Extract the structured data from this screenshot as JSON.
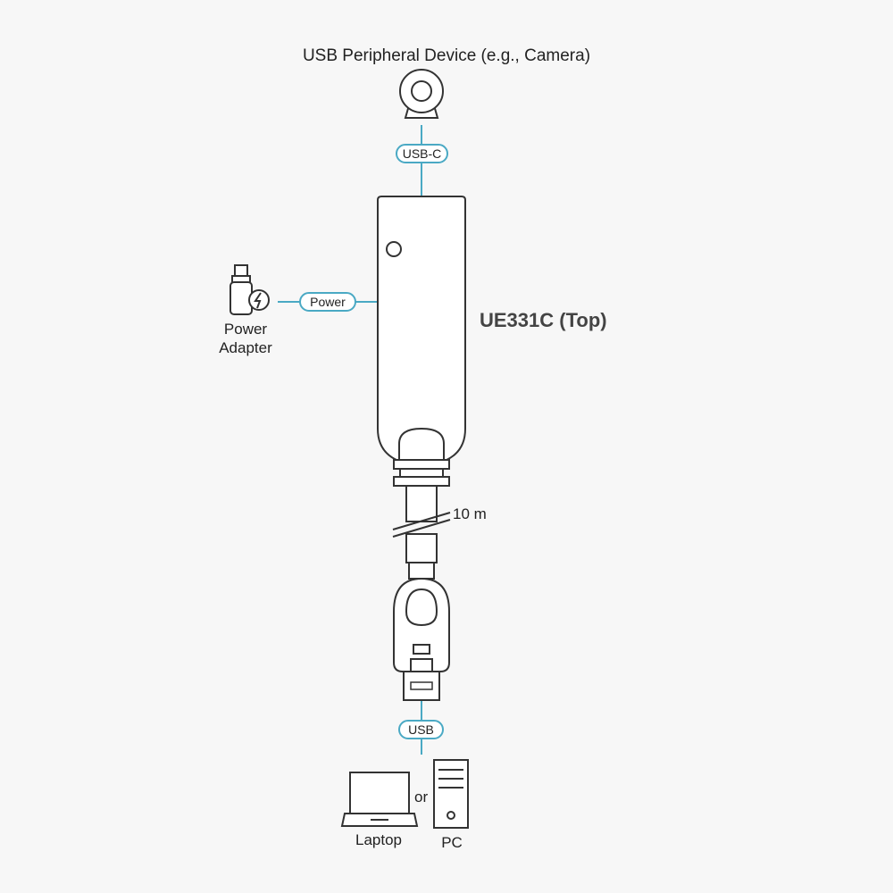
{
  "peripheral": {
    "label": "USB Peripheral Device (e.g., Camera)"
  },
  "product": {
    "label": "UE331C (Top)"
  },
  "connections": {
    "usb_c": "USB-C",
    "power": "Power",
    "usb": "USB"
  },
  "power_adapter": {
    "label": "Power Adapter"
  },
  "cable": {
    "length": "10 m"
  },
  "host": {
    "laptop_label": "Laptop",
    "or_label": "or",
    "pc_label": "PC"
  },
  "colors": {
    "line_accent": "#4aa9c4",
    "outline": "#333333",
    "background": "#f7f7f7"
  }
}
